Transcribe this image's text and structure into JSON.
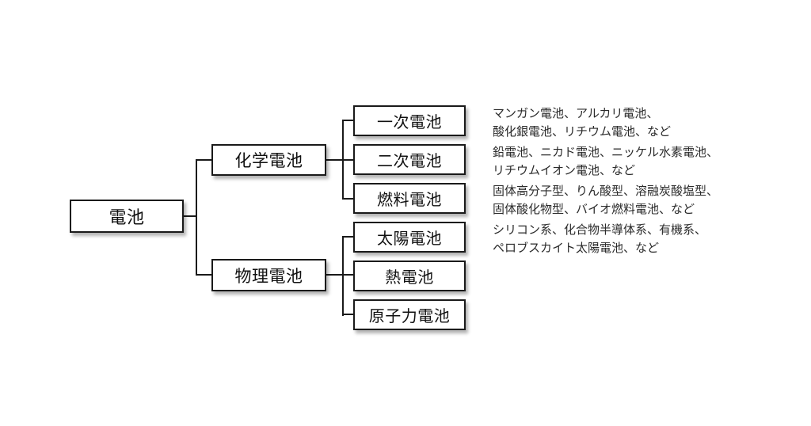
{
  "diagram": {
    "title": "battery-classification-tree",
    "root": {
      "label": "電池"
    },
    "categories": [
      {
        "label": "化学電池"
      },
      {
        "label": "物理電池"
      }
    ],
    "types": [
      {
        "label": "一次電池",
        "examples": [
          "マンガン電池、アルカリ電池、",
          "酸化銀電池、リチウム電池、など"
        ]
      },
      {
        "label": "二次電池",
        "examples": [
          "鉛電池、ニカド電池、ニッケル水素電池、",
          "リチウムイオン電池、など"
        ]
      },
      {
        "label": "燃料電池",
        "examples": [
          "固体高分子型、りん酸型、溶融炭酸塩型、",
          "固体酸化物型、バイオ燃料電池、など"
        ]
      },
      {
        "label": "太陽電池",
        "examples": [
          "シリコン系、化合物半導体系、有機系、",
          "ペロブスカイト太陽電池、など"
        ]
      },
      {
        "label": "熱電池",
        "examples": []
      },
      {
        "label": "原子力電池",
        "examples": []
      }
    ],
    "colors": {
      "background": "#ffffff",
      "box_fill": "#ffffff",
      "box_border": "#1a1a1a",
      "line": "#1a1a1a",
      "text": "#111111",
      "annotation_text": "#2b2b2b"
    }
  }
}
